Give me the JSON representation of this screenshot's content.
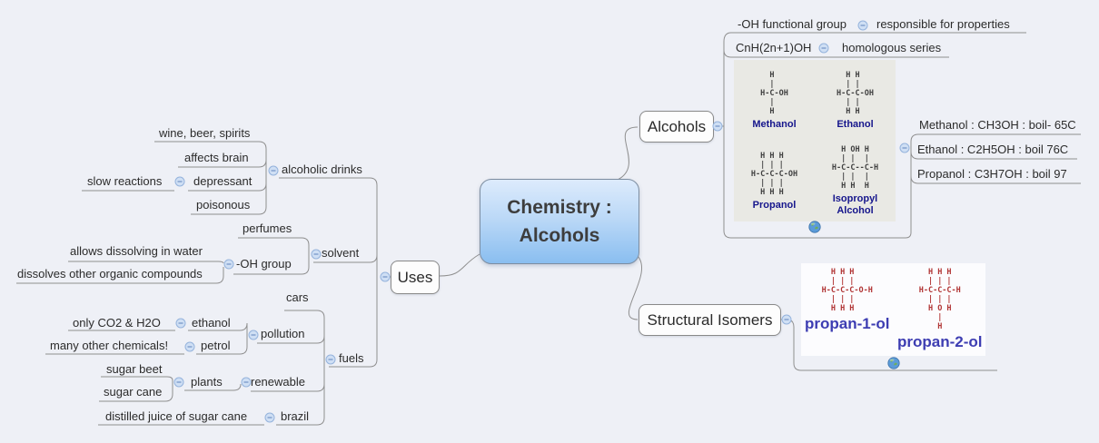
{
  "central": {
    "line1": "Chemistry :",
    "line2": "Alcohols"
  },
  "nodes": {
    "alcohols": "Alcohols",
    "structural_isomers": "Structural Isomers",
    "uses": "Uses"
  },
  "alcohols_branch": {
    "oh_functional_group": "-OH functional group",
    "responsible": "responsible for properties",
    "formula": "CnH(2n+1)OH",
    "homologous": "homologous series",
    "boiling": [
      "Methanol : CH3OH : boil- 65C",
      "Ethanol : C2H5OH : boil 76C",
      "Propanol : C3H7OH : boil 97"
    ],
    "image": {
      "methanol": {
        "structure": "  H\n  |\nH-C-OH\n  |\n  H",
        "label": "Methanol"
      },
      "ethanol": {
        "structure": "  H H\n  | |\nH-C-C-OH\n  | |\n  H H",
        "label": "Ethanol"
      },
      "propanol": {
        "structure": "  H H H\n  | | |\nH-C-C-C-OH\n  | | |\n  H H H",
        "label": "Propanol"
      },
      "isopropyl": {
        "structure": "  H OH H\n  | |  |\nH-C-C--C-H\n  | |  |\n  H H  H",
        "label": "Isopropyl\nAlcohol"
      }
    }
  },
  "isomers_branch": {
    "propan1": {
      "structure": "  H H H\n  | | |\nH-C-C-C-O-H\n  | | |\n  H H H",
      "label": "propan-1-ol"
    },
    "propan2": {
      "structure": "  H H H\n  | | |\nH-C-C-C-H\n  | | |\n  H O H\n    |\n    H",
      "label": "propan-2-ol"
    }
  },
  "uses_branch": {
    "alcoholic_drinks": "alcoholic drinks",
    "wine": "wine, beer, spirits",
    "affects_brain": "affects brain",
    "depressant": "depressant",
    "slow_reactions": "slow reactions",
    "poisonous": "poisonous",
    "solvent": "solvent",
    "perfumes": "perfumes",
    "oh_group": "-OH group",
    "allows_dissolving": "allows dissolving in water",
    "dissolves_organic": "dissolves other organic compounds",
    "fuels": "fuels",
    "cars": "cars",
    "pollution": "pollution",
    "ethanol": "ethanol",
    "only_co2": "only CO2 & H2O",
    "petrol": "petrol",
    "many_chemicals": "many other chemicals!",
    "renewable": "renewable",
    "plants": "plants",
    "sugar_beet": "sugar beet",
    "sugar_cane": "sugar cane",
    "brazil": "brazil",
    "distilled": "distilled juice of sugar cane"
  },
  "colors": {
    "page_bg": "#eef0f6",
    "central_gradient_top": "#ddebfc",
    "central_gradient_bottom": "#8abef0",
    "connector": "#8f8f8f",
    "collapse_fill": "#cfdff4",
    "collapse_border": "#95b3dc",
    "navy_chem_label": "#16168c",
    "isomer_label_blue": "#3d3db2",
    "red_structure": "#b03232",
    "image_bg_gray": "#e9e9e4"
  },
  "icons": {
    "collapse": "minus-in-circle",
    "hyperlink": "globe"
  }
}
